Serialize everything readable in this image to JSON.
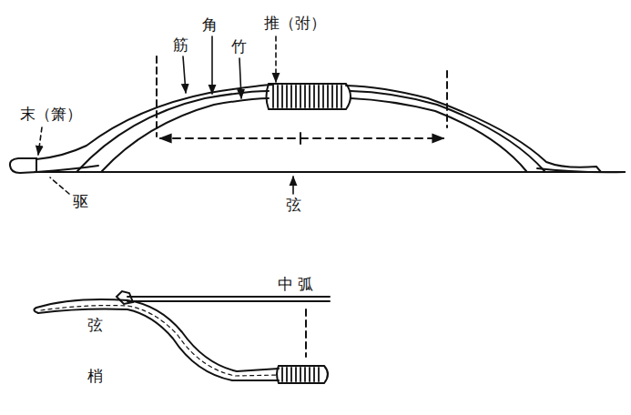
{
  "diagram": {
    "labels": [
      "末（箫）",
      "筋",
      "角",
      "竹",
      "推（弣）",
      "驱",
      "弦",
      "中 弧",
      "弦",
      "梢"
    ]
  }
}
